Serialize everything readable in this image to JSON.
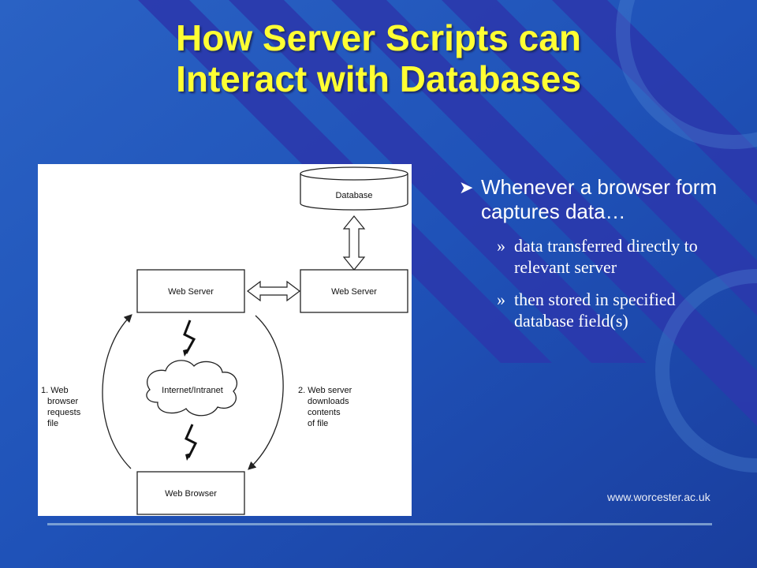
{
  "slide": {
    "title_line1": "How Server Scripts can",
    "title_line2": "Interact with Databases",
    "bullet_icon": "arrowhead-bullet-icon",
    "main_bullet": "Whenever a browser form captures data…",
    "sub_bullet_marker": "»",
    "sub_bullets": [
      "data transferred directly to relevant server",
      "then stored in specified database field(s)"
    ],
    "footer_url": "www.worcester.ac.uk"
  },
  "diagram": {
    "database_label": "Database",
    "web_server_left_label": "Web Server",
    "web_server_right_label": "Web Server",
    "cloud_label": "Internet/Intranet",
    "browser_label": "Web Browser",
    "step1_lines": [
      "1. Web",
      "browser",
      "requests",
      "file"
    ],
    "step2_lines": [
      "2. Web server",
      "downloads",
      "contents",
      "of file"
    ]
  },
  "colors": {
    "background": "#1f4fb4",
    "stripe": "#2c3db0",
    "title": "#ffff33",
    "text": "#ffffff"
  }
}
